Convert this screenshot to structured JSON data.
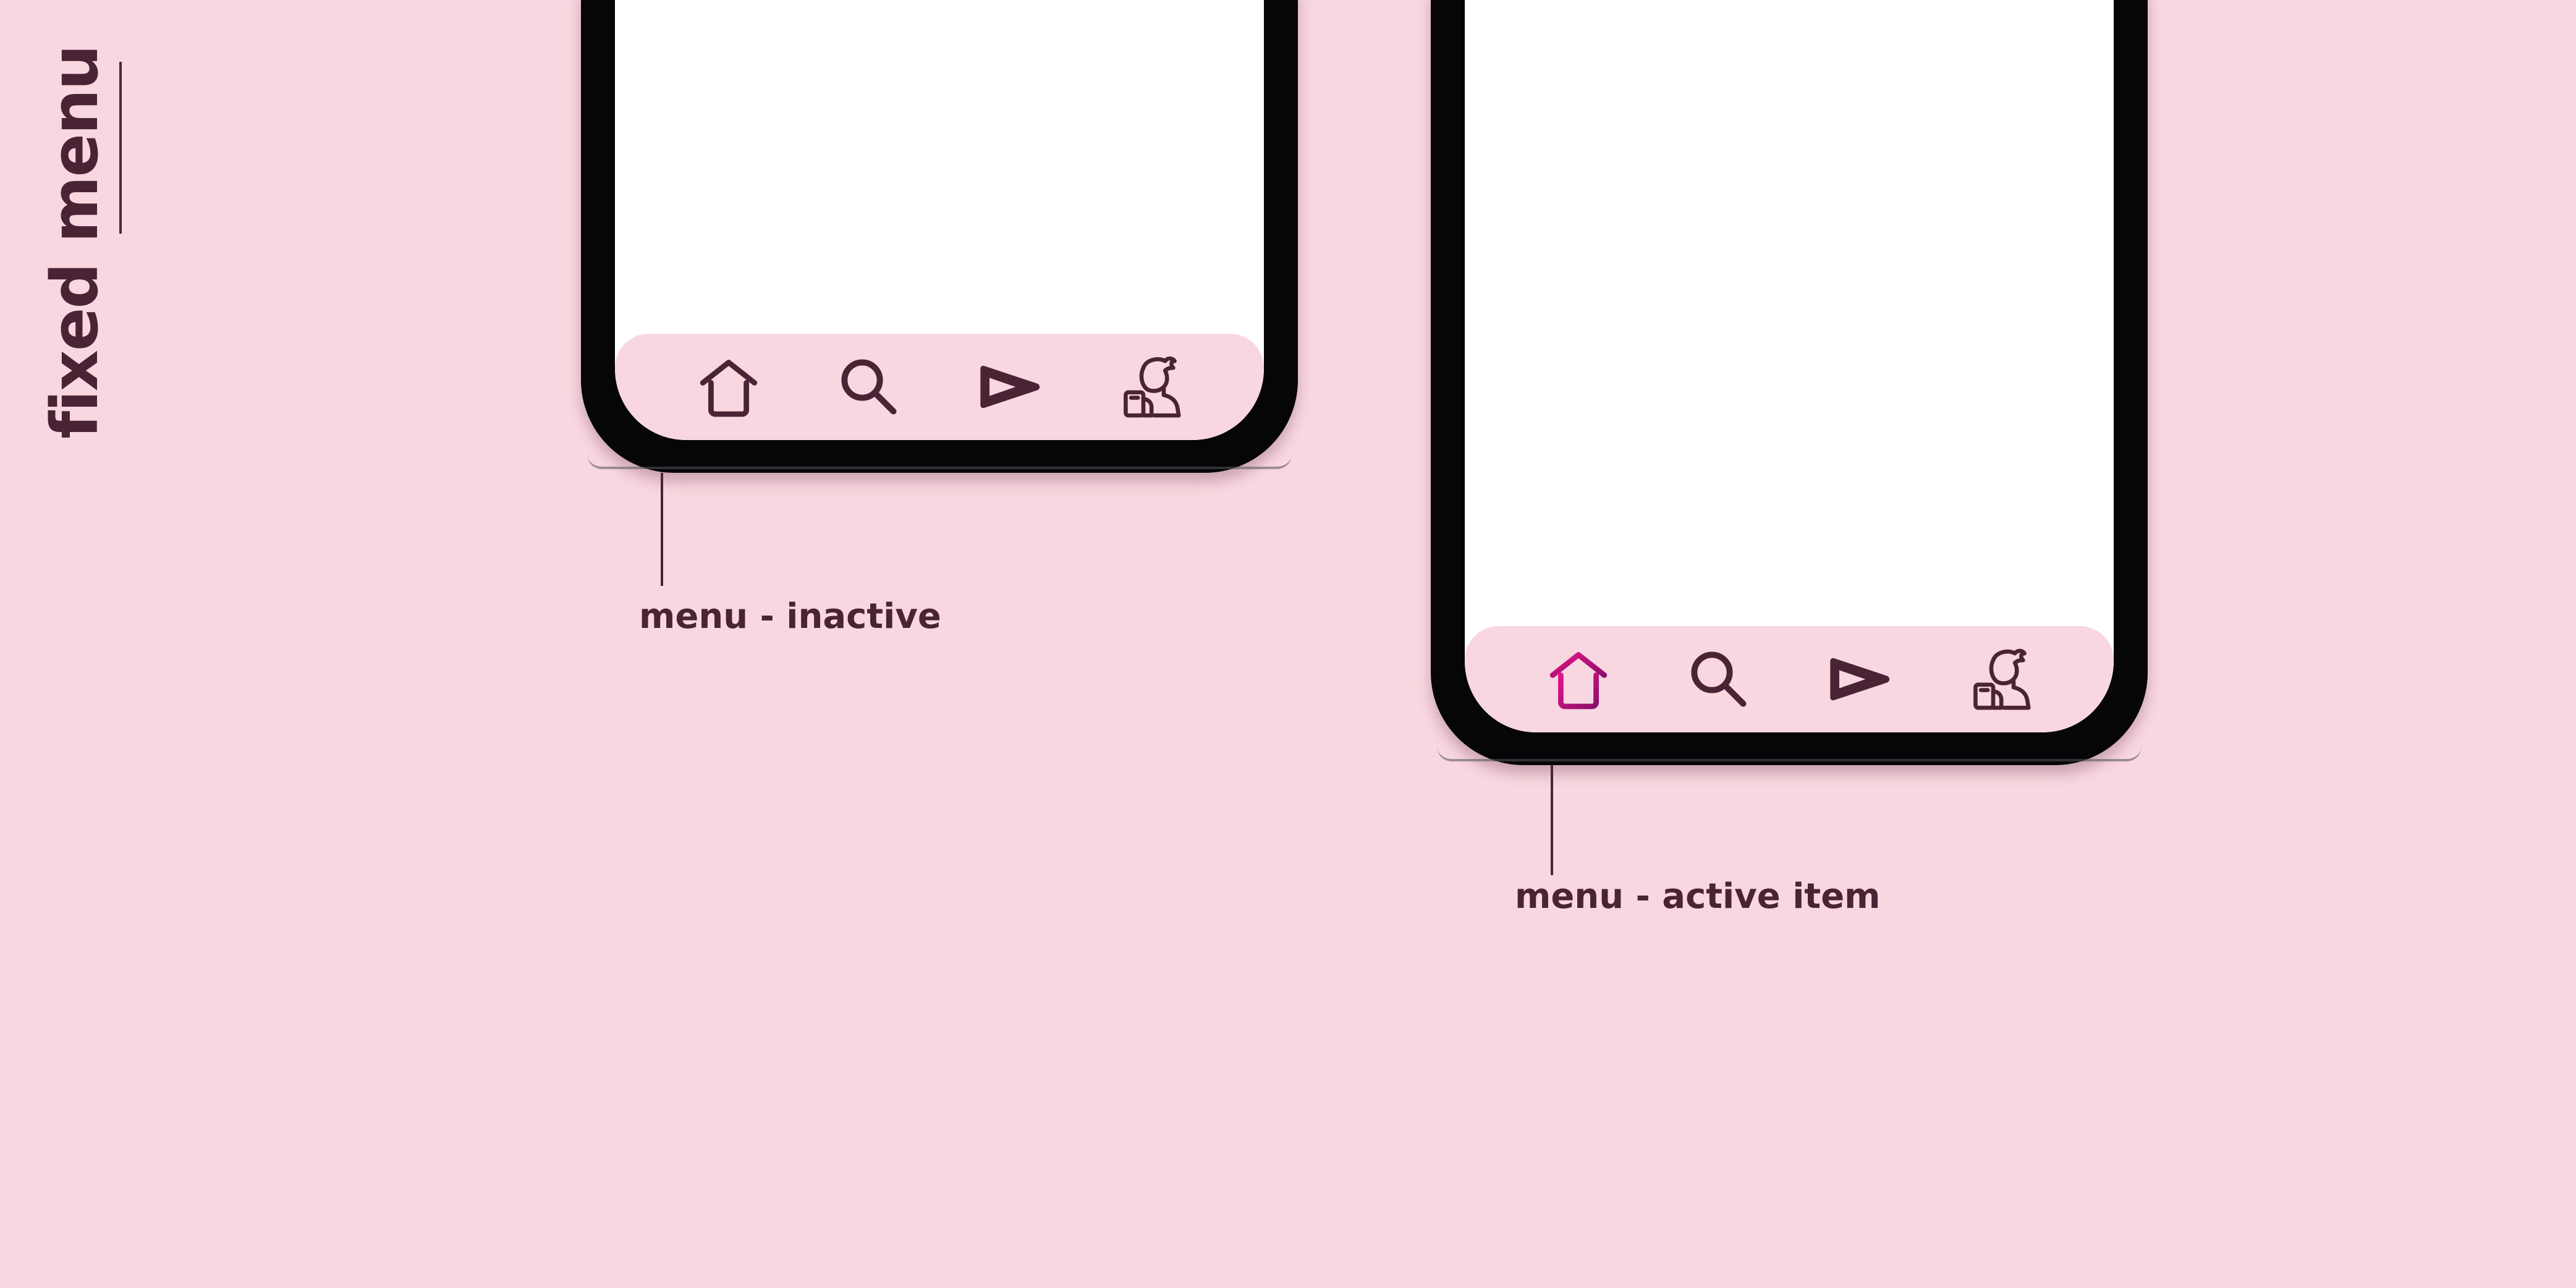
{
  "page": {
    "title": "fixed menu",
    "background_color": "#f9d7e0",
    "text_color": "#4a2434",
    "active_color": "#c0107d"
  },
  "mockups": [
    {
      "label": "menu - inactive",
      "menu": [
        {
          "icon": "home-icon",
          "active": false
        },
        {
          "icon": "search-icon",
          "active": false
        },
        {
          "icon": "play-icon",
          "active": false
        },
        {
          "icon": "profile-icon",
          "active": false
        }
      ]
    },
    {
      "label": "menu - active item",
      "menu": [
        {
          "icon": "home-icon",
          "active": true
        },
        {
          "icon": "search-icon",
          "active": false
        },
        {
          "icon": "play-icon",
          "active": false
        },
        {
          "icon": "profile-icon",
          "active": false
        }
      ]
    }
  ]
}
